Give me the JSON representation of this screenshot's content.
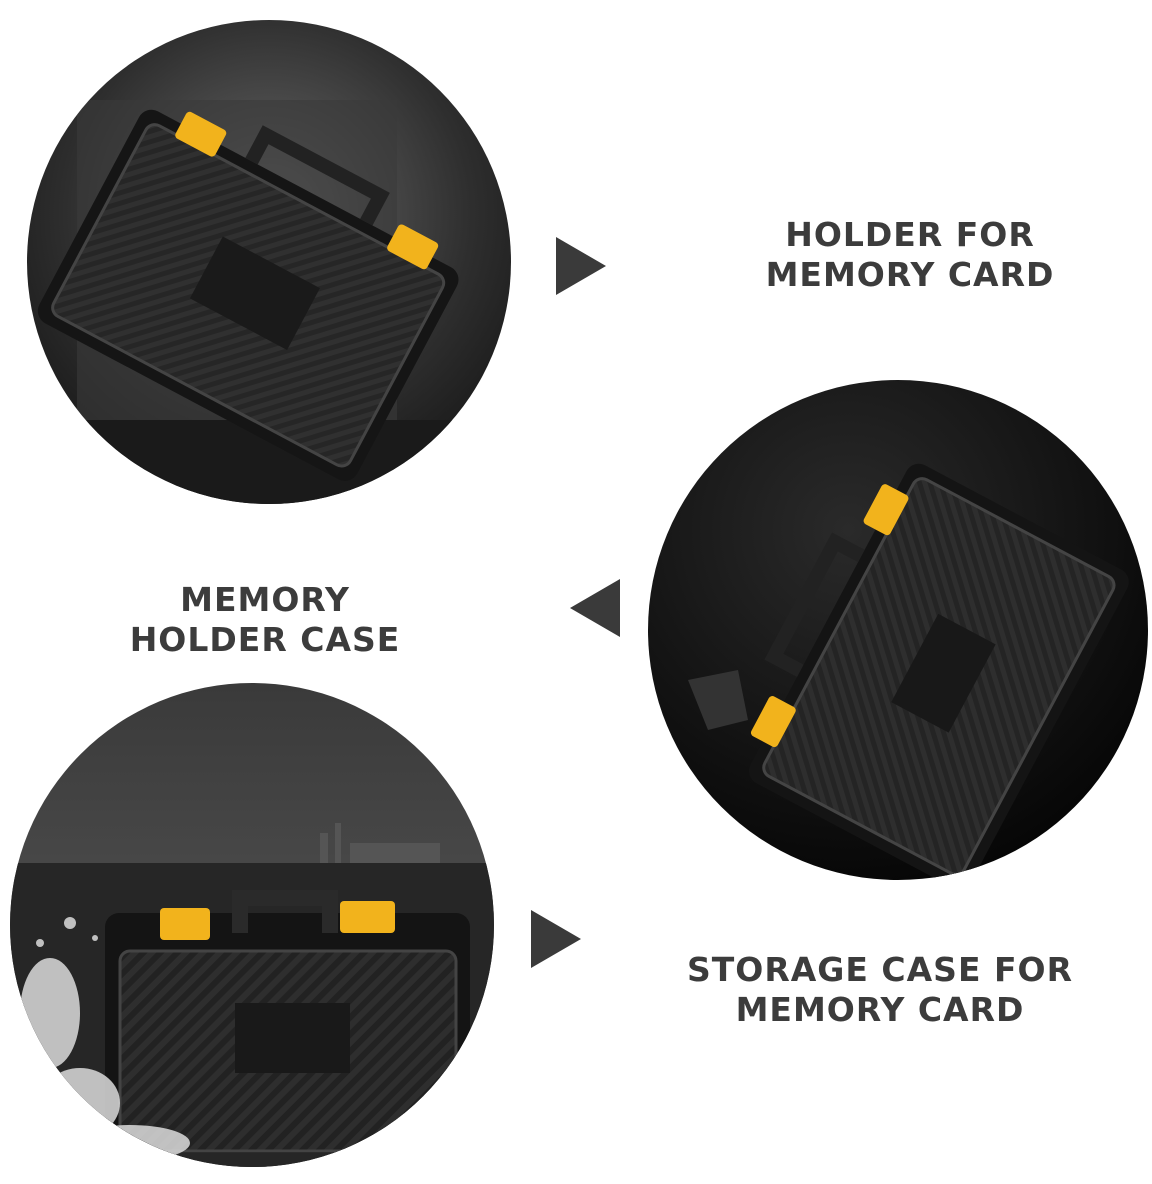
{
  "panels": [
    {
      "photo_subject": "black memory card case with yellow latches",
      "caption_lines": [
        "HOLDER FOR",
        "MEMORY CARD"
      ],
      "arrow_direction": "right"
    },
    {
      "photo_subject": "black memory card case with yellow latches",
      "caption_lines": [
        "MEMORY",
        "HOLDER CASE"
      ],
      "arrow_direction": "left"
    },
    {
      "photo_subject": "black memory card case with yellow latches in water",
      "caption_lines": [
        "STORAGE CASE FOR",
        "MEMORY CARD"
      ],
      "arrow_direction": "right"
    }
  ],
  "colors": {
    "text": "#3c3c3c",
    "arrow": "#3a3a3a",
    "case_body": "#1e1e1e",
    "latch": "#f2b31c",
    "background": "#ffffff"
  }
}
